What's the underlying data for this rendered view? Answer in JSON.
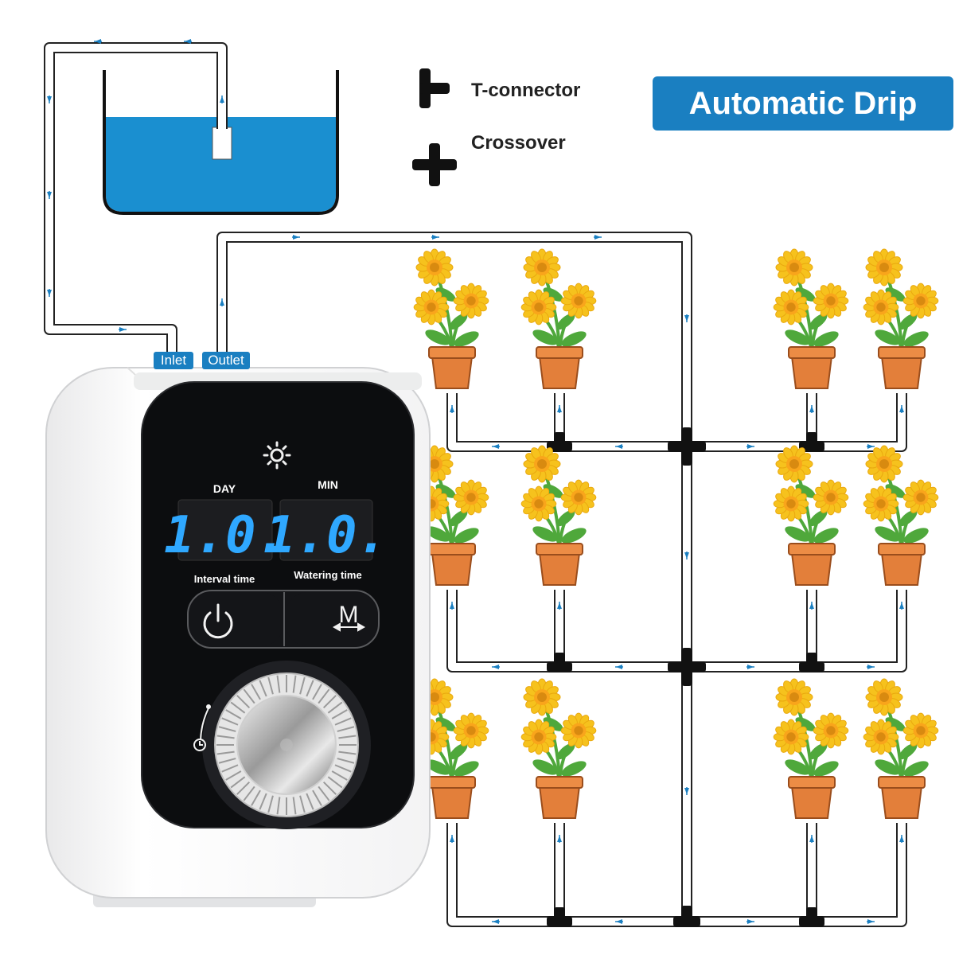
{
  "title": "Automatic Drip",
  "legend": {
    "t_connector": "T-connector",
    "crossover": "Crossover"
  },
  "ports": {
    "inlet": "Inlet",
    "outlet": "Outlet"
  },
  "device": {
    "day_label": "DAY",
    "min_label": "MIN",
    "day_value": "1.0.",
    "min_value": "1.0.",
    "interval_label": "Interval time",
    "watering_label": "Watering time",
    "mode_button": "M"
  },
  "colors": {
    "accent": "#1a7fc1",
    "water": "#1a8fd0",
    "display_digits": "#2fa8ff",
    "pot": "#e37f3a",
    "petal": "#f6c21d",
    "leaf": "#4fa83b"
  },
  "icons": [
    "brightness-icon",
    "power-icon",
    "clock-icon",
    "t-connector-icon",
    "crossover-icon",
    "flow-arrow-icon"
  ],
  "plant_rows": 3,
  "plants_per_row": 4
}
